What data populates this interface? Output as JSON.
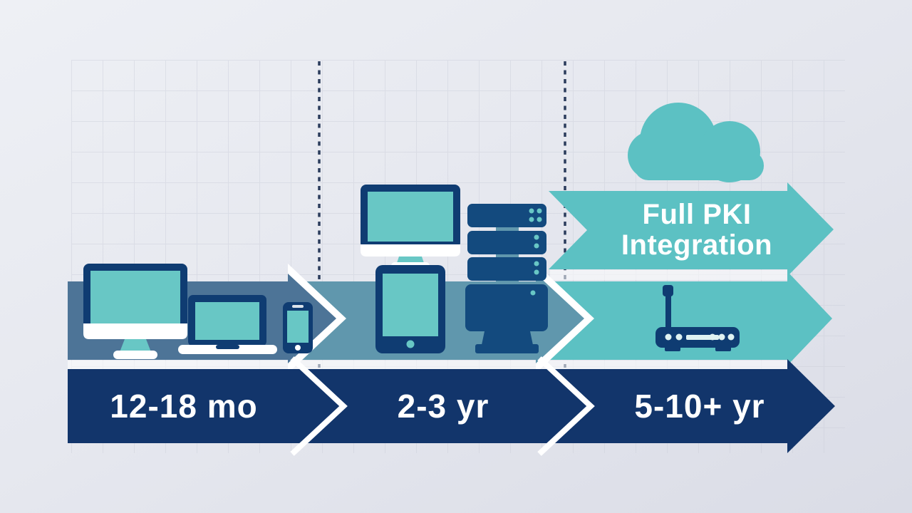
{
  "colors": {
    "bg-top": "#eef0f5",
    "bg-bottom": "#dadce6",
    "grid-line": "#c9ccd8",
    "dot-line": "#2b3c5c",
    "navy": "#12356b",
    "icon-navy": "#0f3c72",
    "server-navy": "#134a7e",
    "steel1": "#4d7497",
    "steel2": "#6097ad",
    "teal": "#5cc1c3",
    "screen": "#68c7c5",
    "router-light": "#dff2f2",
    "text": "#ffffff"
  },
  "banner": {
    "label_line1": "Full PKI",
    "label_line2": "Integration"
  },
  "timeline": {
    "phases": [
      {
        "duration": "12-18 mo",
        "devices": [
          "desktop-computer",
          "laptop",
          "smartphone"
        ]
      },
      {
        "duration": "2-3 yr",
        "devices": [
          "monitor",
          "tablet",
          "server-rack"
        ]
      },
      {
        "duration": "5-10+ yr",
        "devices": [
          "cloud",
          "wifi-router"
        ]
      }
    ]
  }
}
